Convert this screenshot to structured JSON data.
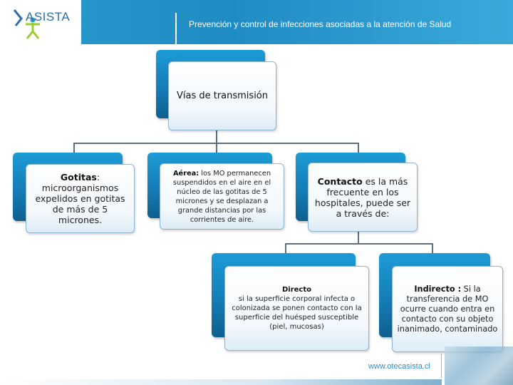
{
  "header": {
    "logo_text": "ASISTA",
    "title": "Prevención y control de infecciones asociadas a la atención de Salud"
  },
  "diagram": {
    "root": {
      "label": "Vías de transmisión"
    },
    "level1": {
      "gotitas": {
        "term": "Gotitas",
        "text": ": microorganismos expelidos en gotitas de más de 5 micrones."
      },
      "aerea": {
        "term": "Aérea:",
        "text": " los MO permanecen suspendidos en el aire en el núcleo de las gotitas de 5 micrones y se desplazan a grande distancias por las corrientes de aire."
      },
      "contacto": {
        "term": "Contacto",
        "text": " es la más frecuente en los hospitales, puede ser a través de:"
      }
    },
    "level2": {
      "directo": {
        "term": "Directo",
        "text": "si la superficie corporal infecta o colonizada se ponen contacto con la superficie del huésped susceptible (piel, mucosas)"
      },
      "indirecto": {
        "term": "Indirecto :",
        "text": " Si la transferencia de MO ocurre cuando entra en contacto con su objeto inanimado, contaminado"
      }
    }
  },
  "footer": {
    "url": "www.otecasista.cl"
  },
  "colors": {
    "accent": "#1f8cc4",
    "tab": "#157db7",
    "connector": "#5b6f7d"
  }
}
